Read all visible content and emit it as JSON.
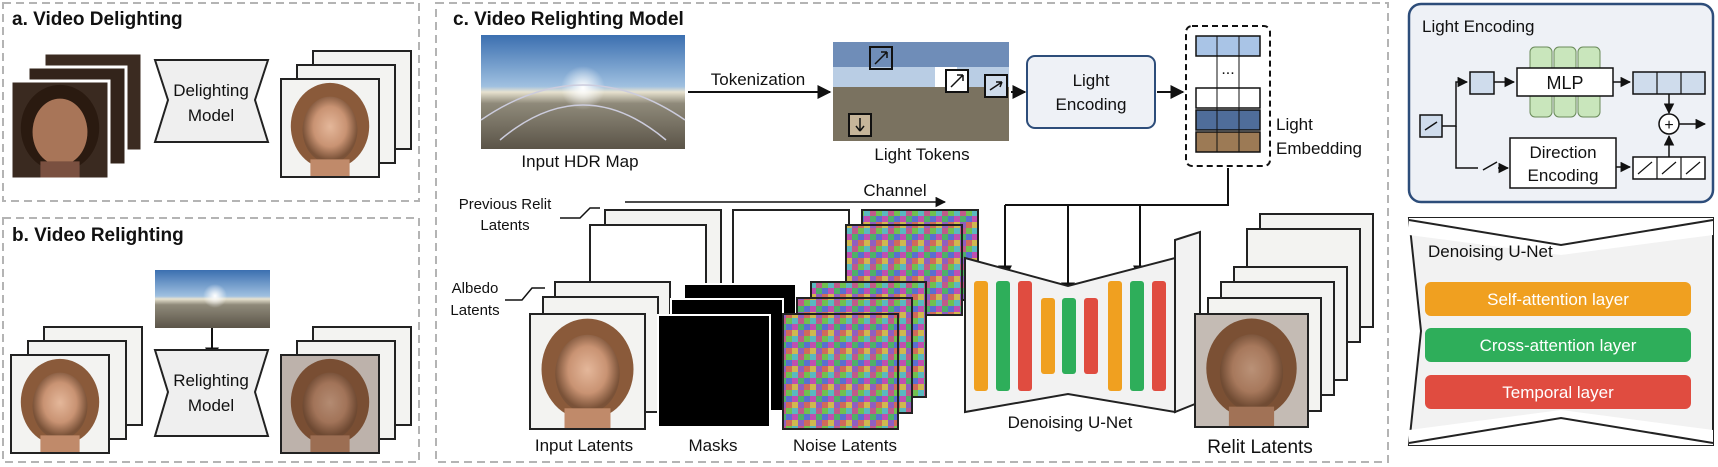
{
  "panel_a": {
    "title": "a. Video Delighting",
    "model_label": [
      "Delighting",
      "Model"
    ]
  },
  "panel_b": {
    "title": "b. Video Relighting",
    "model_label": [
      "Relighting",
      "Model"
    ]
  },
  "panel_c": {
    "title": "c. Video Relighting Model",
    "input_hdr_label": "Input HDR Map",
    "tokenization_label": "Tokenization",
    "light_tokens_label": "Light Tokens",
    "light_encoding_box": [
      "Light",
      "Encoding"
    ],
    "light_embedding_label": [
      "Light",
      "Embedding"
    ],
    "embedding_ellipsis": "...",
    "channel_label": "Channel",
    "previous_relit_label": [
      "Previous Relit",
      "Latents"
    ],
    "albedo_label": [
      "Albedo",
      "Latents"
    ],
    "input_latents_label": "Input Latents",
    "masks_label": "Masks",
    "noise_latents_label": "Noise Latents",
    "unet_label": "Denoising U-Net",
    "relit_latents_label": "Relit Latents"
  },
  "light_encoding_panel": {
    "title": "Light Encoding",
    "mlp_label": "MLP",
    "direction_encoding_label": [
      "Direction",
      "Encoding"
    ],
    "sum_symbol": "+"
  },
  "legend_panel": {
    "title": "Denoising U-Net",
    "items": [
      {
        "label": "Self-attention layer",
        "color": "#F0A020"
      },
      {
        "label": "Cross-attention layer",
        "color": "#2EAE5A"
      },
      {
        "label": "Temporal layer",
        "color": "#E04C40"
      }
    ]
  },
  "colors": {
    "orange": "#F0A020",
    "green": "#2EAE5A",
    "red": "#E04C40",
    "panel_border": "#b4b4b4",
    "light_encoding_border": "#2d4d7a",
    "light_encoding_fill": "#eef1f6",
    "token_blue": "#4f6d9a",
    "token_brown": "#9c7a55",
    "token_light": "#a9c4e6",
    "mlp_green": "#c9e6bc"
  }
}
